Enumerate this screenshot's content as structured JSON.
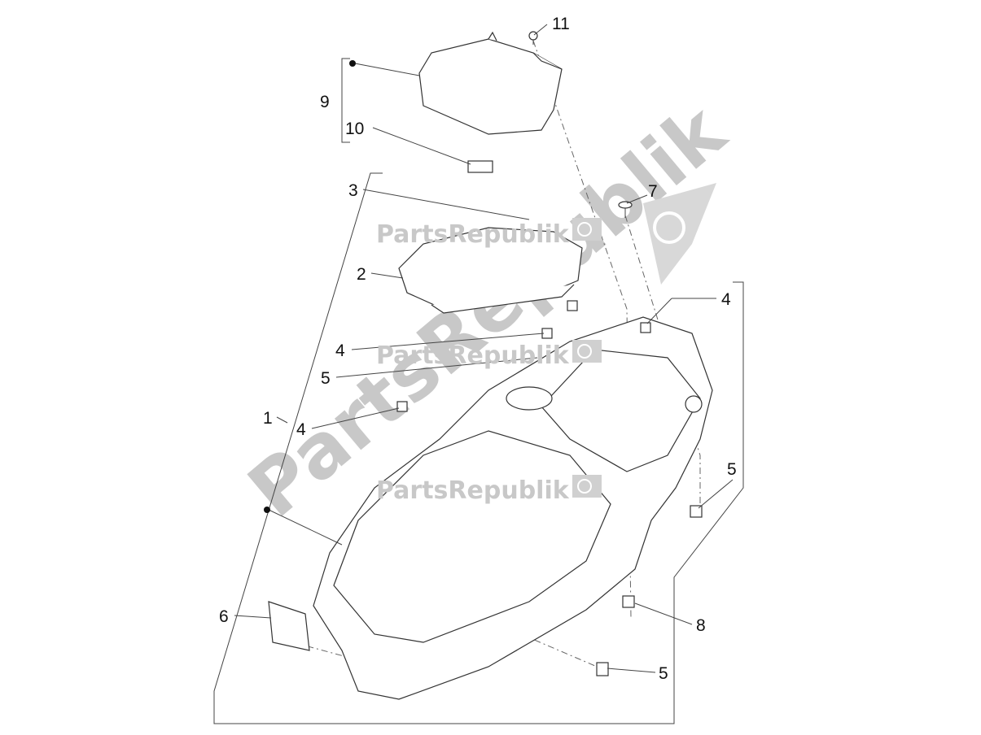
{
  "watermark": {
    "text": "PartsRepublik",
    "color": "#c8c8c8"
  },
  "callouts": [
    {
      "id": "c11",
      "label": "11"
    },
    {
      "id": "c9",
      "label": "9"
    },
    {
      "id": "c10",
      "label": "10"
    },
    {
      "id": "c3",
      "label": "3"
    },
    {
      "id": "c7",
      "label": "7"
    },
    {
      "id": "c2",
      "label": "2"
    },
    {
      "id": "c4a",
      "label": "4"
    },
    {
      "id": "c4b",
      "label": "4"
    },
    {
      "id": "c5a",
      "label": "5"
    },
    {
      "id": "c1",
      "label": "1"
    },
    {
      "id": "c4c",
      "label": "4"
    },
    {
      "id": "c5b",
      "label": "5"
    },
    {
      "id": "c6",
      "label": "6"
    },
    {
      "id": "c8",
      "label": "8"
    },
    {
      "id": "c5c",
      "label": "5"
    }
  ]
}
